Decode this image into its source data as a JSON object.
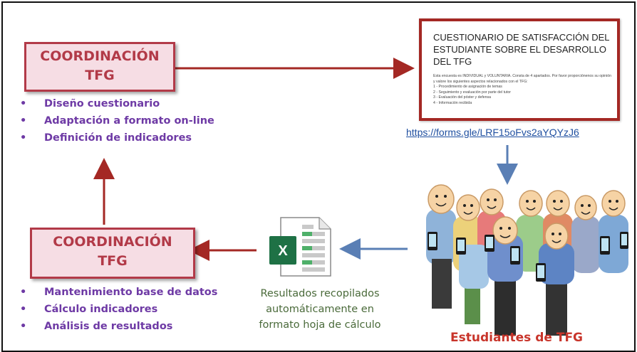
{
  "top_box": {
    "line1": "COORDINACIÓN",
    "line2": "TFG"
  },
  "top_bullets": [
    "Diseño cuestionario",
    "Adaptación a formato on-line",
    "Definición de indicadores"
  ],
  "bottom_box": {
    "line1": "COORDINACIÓN",
    "line2": "TFG"
  },
  "bottom_bullets": [
    "Mantenimiento base de datos",
    "Cálculo indicadores",
    "Análisis de resultados"
  ],
  "form": {
    "title": "CUESTIONARIO DE SATISFACCIÓN DEL ESTUDIANTE SOBRE EL DESARROLLO DEL TFG",
    "intro": "Esta encuesta es INDIVIDUAL y VOLUNTARIA. Consta de 4 apartados. Por favor proporciónenos su opinión y valore los siguientes aspectos relacionados con el TFG:",
    "items": [
      "1 - Procedimiento de asignación de temas",
      "2 - Seguimiento y evaluación por parte del tutor",
      "3 - Evaluación del póster y defensa",
      "4 - Información recibida"
    ]
  },
  "link": "https://forms.gle/LRF15oFvs2aYQYzJ6",
  "results_lines": [
    "Resultados recopilados",
    "automáticamente en",
    "formato hoja de cálculo"
  ],
  "students_label": "Estudiantes de TFG",
  "excel_icon_letter": "X",
  "colors": {
    "coordination": "#b23a48",
    "arrow_red": "#a42824",
    "arrow_blue": "#5a7fb5",
    "bullets": "#6e3aa5",
    "results_text": "#4a6a3a",
    "students_label": "#c8342a",
    "excel": "#1e7145"
  }
}
